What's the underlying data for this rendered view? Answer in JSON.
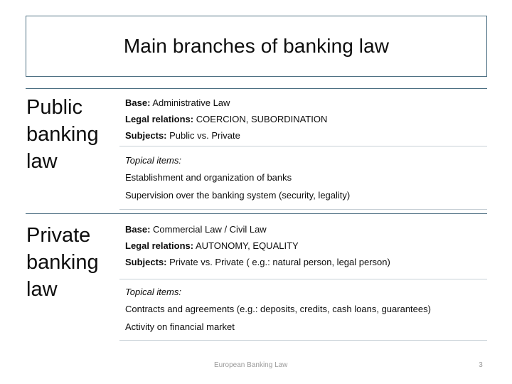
{
  "slide": {
    "title": "Main branches of banking law",
    "accent_color": "#4c6f82",
    "faint_rule_color": "#c7d0d6",
    "text_color": "#0d0d0d",
    "footer_color": "#9a9a9a"
  },
  "sections": [
    {
      "label": "Public banking law",
      "facts": [
        {
          "key": "Base:",
          "value": " Administrative Law"
        },
        {
          "key": "Legal relations:",
          "value": " COERCION, SUBORDINATION"
        },
        {
          "key": "Subjects:",
          "value": " Public vs. Private"
        }
      ],
      "topical_heading": "Topical items:",
      "topical_items": [
        "Establishment and organization of banks",
        "Supervision over the banking system (security, legality)"
      ]
    },
    {
      "label": "Private banking law",
      "facts": [
        {
          "key": "Base:",
          "value": " Commercial Law / Civil Law"
        },
        {
          "key": "Legal relations:",
          "value": " AUTONOMY, EQUALITY"
        },
        {
          "key": "Subjects:",
          "value": " Private vs. Private ( e.g.: natural person, legal person)"
        }
      ],
      "topical_heading": "Topical items:",
      "topical_items": [
        "Contracts and agreements (e.g.: deposits, credits, cash loans, guarantees)",
        "Activity on financial market"
      ]
    }
  ],
  "footer": {
    "text": "European Banking Law",
    "page_number": "3"
  }
}
